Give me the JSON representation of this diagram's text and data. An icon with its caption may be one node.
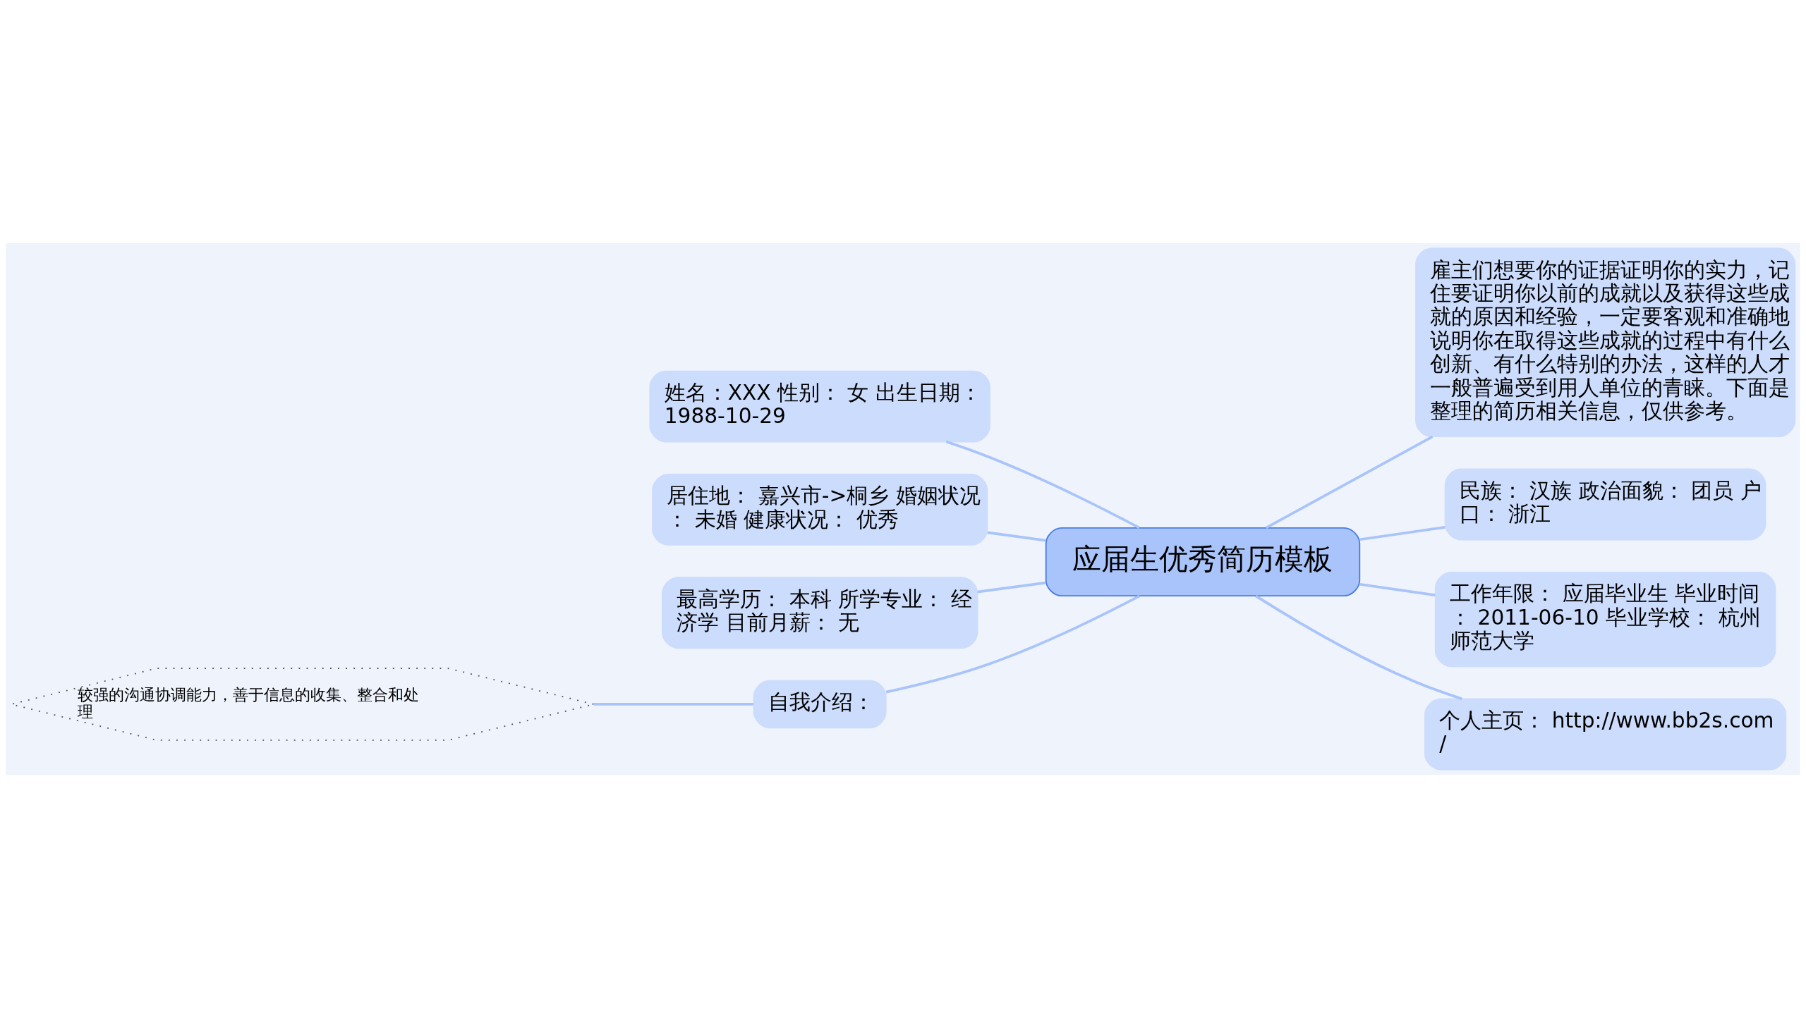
{
  "diagram": {
    "nodes": [
      {
        "text": [
          "应届生优秀简历模板"
        ]
      },
      {
        "text": [
          "姓名：XXX 性别： 女 出生日期：1988-10-29"
        ]
      },
      {
        "text": [
          "居住地： 嘉兴市->桐乡 婚姻状况： 未婚 健康状况： 优秀"
        ]
      },
      {
        "text": [
          "最高学历： 本科 所学专业： 经济学 目前月薪： 无"
        ]
      },
      {
        "text": [
          "自我介绍："
        ]
      },
      {
        "text": [
          "较强的沟通协调能力，善于信息的收集、整合和处理"
        ]
      },
      {
        "text": [
          "雇主们想要你的证据证明你的实力，记住要证明你以前的成就以及获得这些成就的原因和经验，一定要客观和准确地说明你在取得这些成就的过程中有什么创新、有什么特别的办法，这样的人才一般普遍受到用人单位的青睐。下面是整理的简历相关信息，仅供参考。"
        ]
      },
      {
        "text": [
          "民族： 汉族 政治面貌： 团员 户口： 浙江"
        ]
      },
      {
        "text": [
          "工作年限： 应届毕业生 毕业时间： 2011-06-10 毕业学校： 杭州师范大学"
        ]
      },
      {
        "text": [
          "个人主页： http://www.bb2s.com/"
        ]
      }
    ],
    "edges": [
      {
        "from": 1,
        "to": 0,
        "arrow": "none"
      },
      {
        "from": 2,
        "to": 0,
        "arrow": "none"
      },
      {
        "from": 3,
        "to": 0,
        "arrow": "none"
      },
      {
        "from": 4,
        "to": 0,
        "arrow": "none"
      },
      {
        "from": 5,
        "to": 4,
        "arrow": "none"
      },
      {
        "from": 0,
        "to": 6,
        "arrow": "none"
      },
      {
        "from": 0,
        "to": 7,
        "arrow": "none"
      },
      {
        "from": 0,
        "to": 8,
        "arrow": "none"
      },
      {
        "from": 0,
        "to": 9,
        "arrow": "none"
      }
    ]
  }
}
